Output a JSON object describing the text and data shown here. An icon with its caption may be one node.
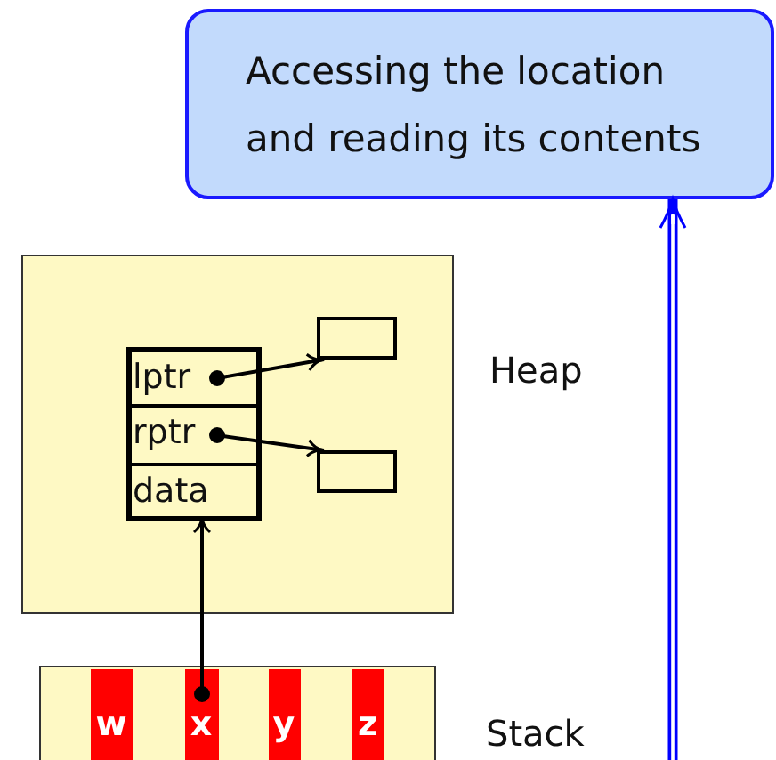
{
  "diagram": {
    "nodes": [
      {
        "text": [
          "Accessing the location and reading its contents"
        ]
      },
      {
        "text": [],
        "shape": "box",
        "beside": [
          "Heap"
        ]
      },
      {
        "text": [],
        "shape": "box",
        "in": 1
      },
      {
        "text": [
          "lptr"
        ],
        "in": 2
      },
      {
        "text": [
          "rptr"
        ],
        "in": 2
      },
      {
        "text": [
          "data"
        ],
        "in": 2
      },
      {
        "text": [],
        "shape": "box",
        "in": 1
      },
      {
        "text": [],
        "shape": "box",
        "in": 1
      },
      {
        "text": [],
        "shape": "box",
        "beside": [
          "Stack"
        ]
      },
      {
        "text": [
          "w"
        ],
        "in": 8
      },
      {
        "text": [
          "x"
        ],
        "in": 8
      },
      {
        "text": [
          "y"
        ],
        "in": 8
      },
      {
        "text": [
          "z"
        ],
        "in": 8
      }
    ],
    "edges": [
      {
        "from": 3,
        "to": 6,
        "arrow": "to"
      },
      {
        "from": 4,
        "to": 7,
        "arrow": "to"
      },
      {
        "from": 10,
        "to": 5,
        "arrow": "to"
      },
      {
        "from": null,
        "to": 0,
        "arrow": "to",
        "style": "thick",
        "color": "#0000ff"
      }
    ]
  }
}
